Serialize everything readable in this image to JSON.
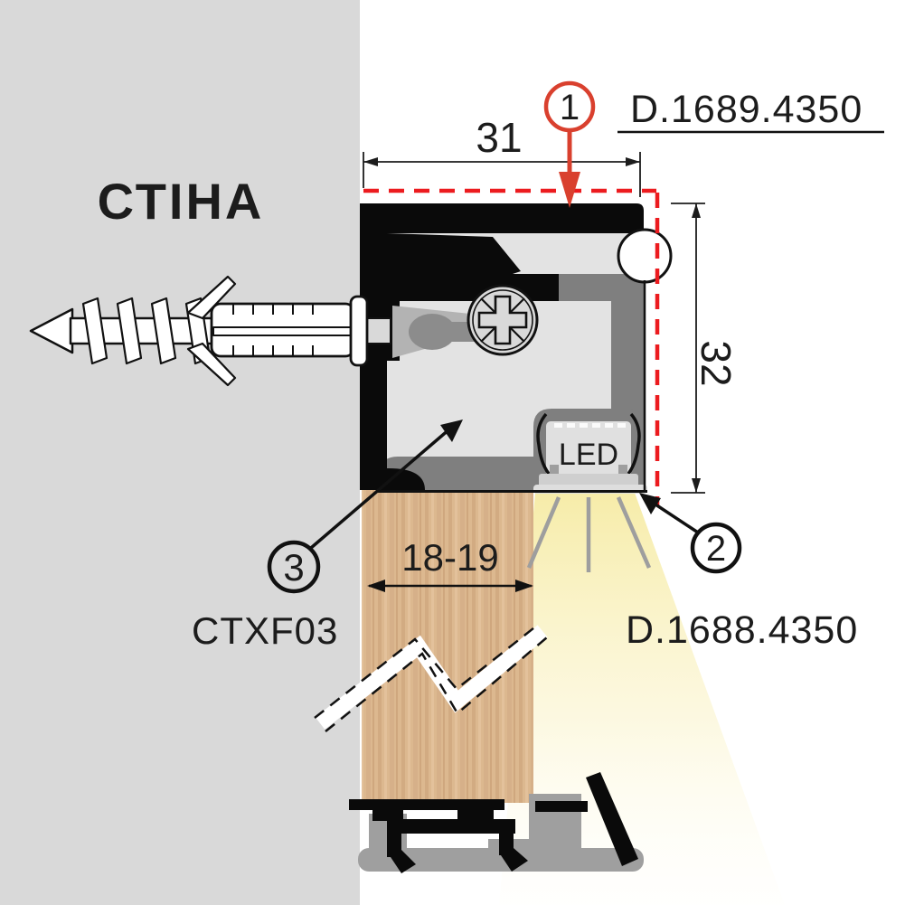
{
  "wall": {
    "label": "СТІНА"
  },
  "dimensions": {
    "top_width": "31",
    "right_height": "32",
    "panel_thickness": "18-19"
  },
  "parts": {
    "top_profile_code": "D.1689.4350",
    "bottom_profile_code": "D.1688.4350",
    "accessory_code": "CTXF03",
    "led_label": "LED"
  },
  "callouts": [
    {
      "number": "1"
    },
    {
      "number": "2"
    },
    {
      "number": "3"
    }
  ],
  "colors": {
    "wall_gray": "#d9d9d9",
    "profile_light_gray": "#e3e3e3",
    "profile_dark_gray": "#7f7f7f",
    "beam_yellow": "#f6eba4",
    "wood_tan": "#dcb88f",
    "dash_red": "#ec1b1f",
    "callout_red": "#d9402e"
  }
}
